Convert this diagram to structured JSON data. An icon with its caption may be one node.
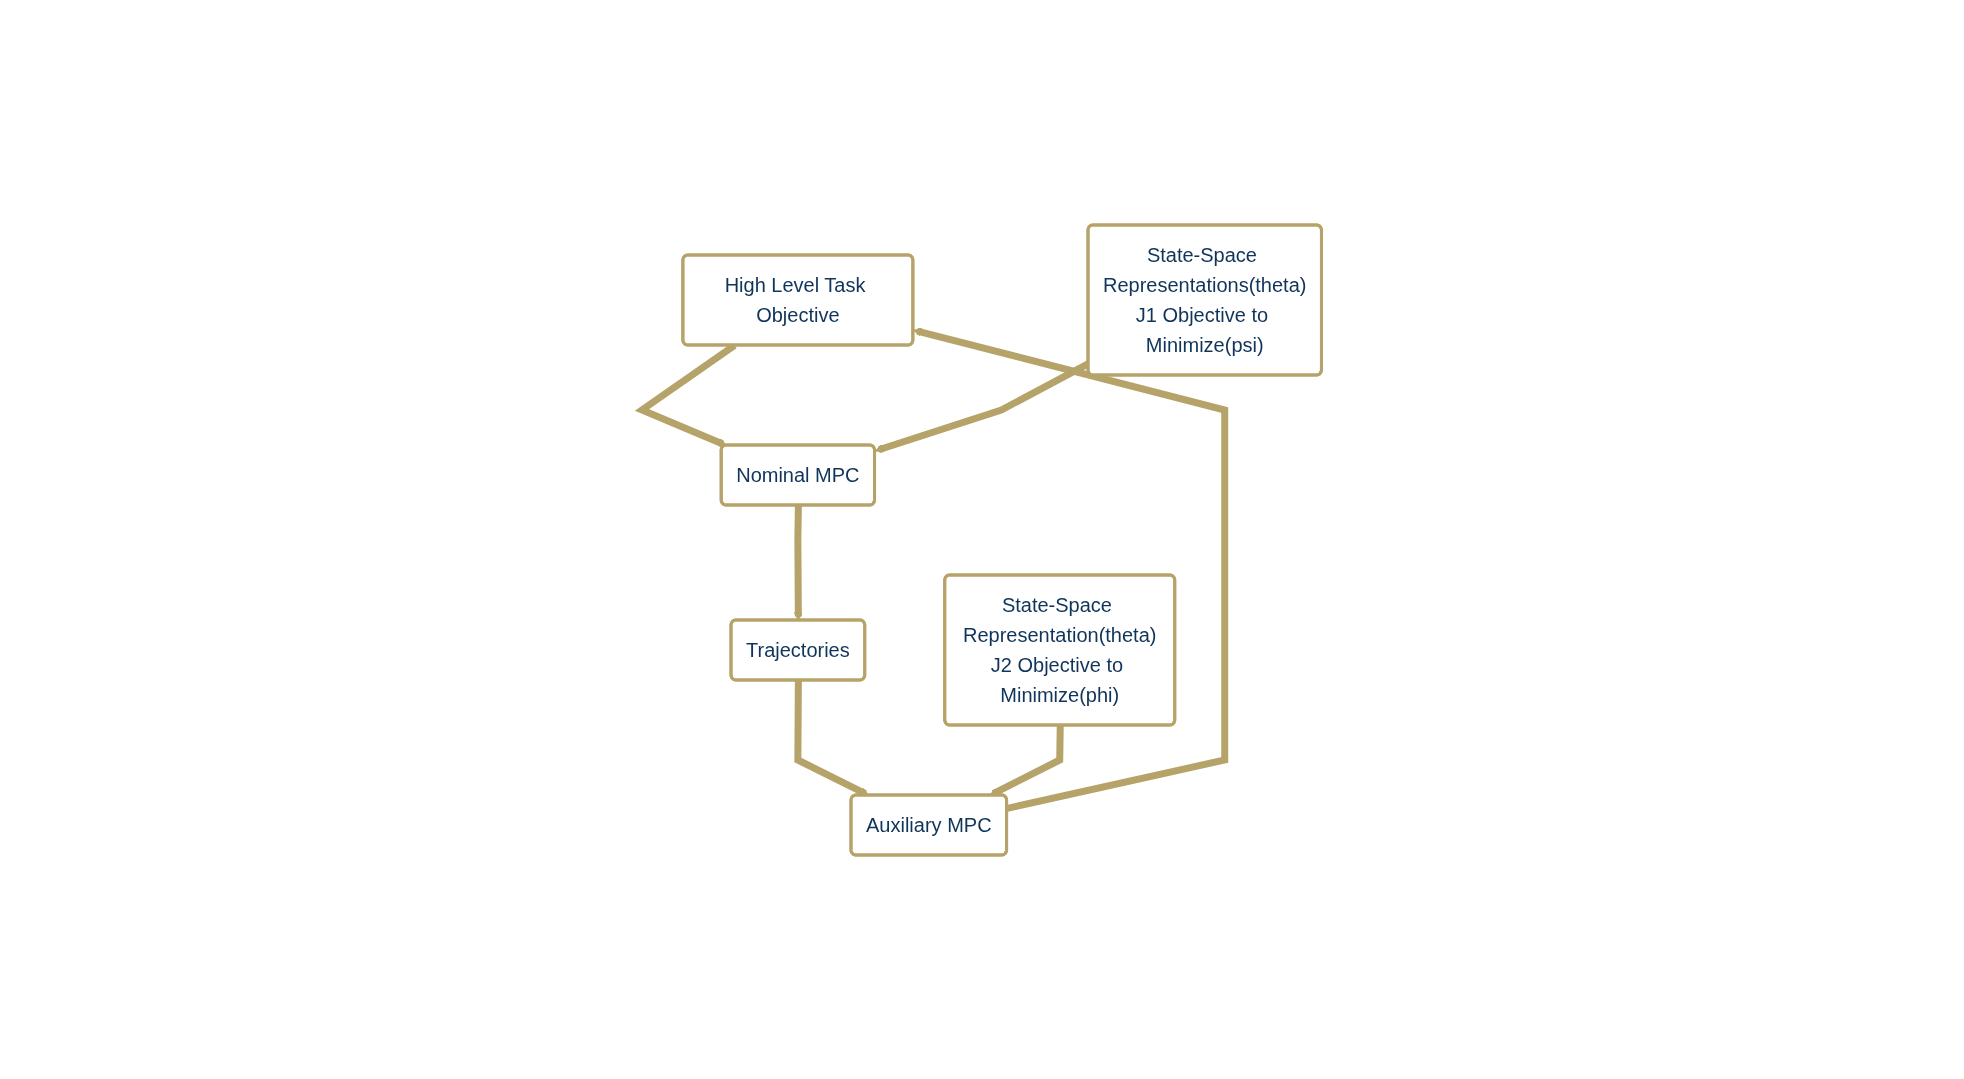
{
  "diagram": {
    "nodes": [
      {
        "text": [
          "High Level Task Objective"
        ]
      },
      {
        "text": [
          "Nominal MPC"
        ]
      },
      {
        "text": [
          "State-Space Representations(theta)",
          "J1 Objective to Minimize(psi)"
        ]
      },
      {
        "text": [
          "Trajectories"
        ]
      },
      {
        "text": [
          "Auxiliary MPC"
        ]
      },
      {
        "text": [
          "State-Space Representation(theta)",
          "J2 Objective to Minimize(phi)"
        ]
      }
    ],
    "edges": [
      {
        "from": 0,
        "to": 1,
        "arrow": "to"
      },
      {
        "from": 2,
        "to": 1,
        "arrow": "to"
      },
      {
        "from": 1,
        "to": 3,
        "arrow": "to"
      },
      {
        "from": 3,
        "to": 4,
        "arrow": "to"
      },
      {
        "from": 5,
        "to": 4,
        "arrow": "to"
      },
      {
        "from": 4,
        "to": 0,
        "arrow": "to"
      }
    ]
  }
}
